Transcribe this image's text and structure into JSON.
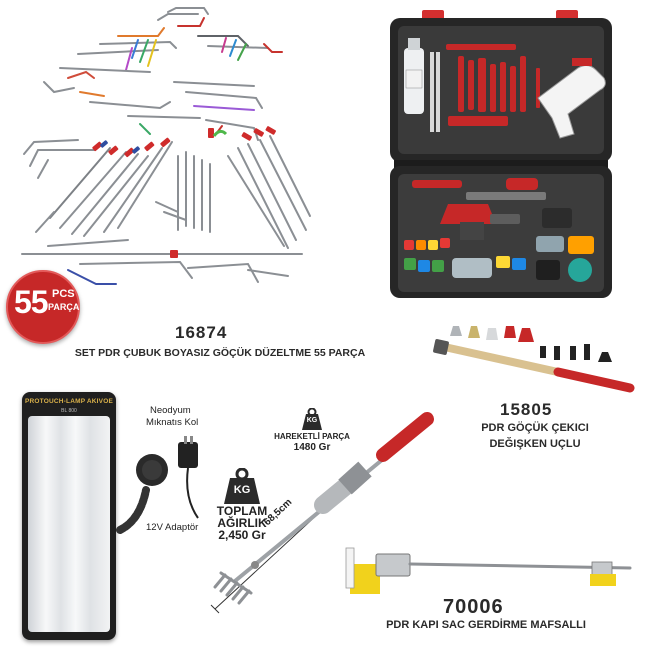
{
  "colors": {
    "red": "#d42a2a",
    "case": "#2b2b2b",
    "steel": "#a9acb0",
    "lamp": "#e9ecef",
    "yellow": "#f1d21c",
    "wood": "#e0c89a"
  },
  "badge": {
    "count": "55",
    "pcs": "PCS",
    "unit": "PARÇA"
  },
  "rods": {
    "code": "16874",
    "caption": "SET PDR ÇUBUK BOYASIZ GÖÇÜK DÜZELTME 55 PARÇA"
  },
  "hammer": {
    "code": "15805",
    "caption_line1": "PDR GÖÇÜK ÇEKICI",
    "caption_line2": "DEĞIŞKEN UÇLU"
  },
  "lamp": {
    "brand": "PROTOUCH-LAMP AKIVOE",
    "sub": "BL 800",
    "label_arm_line1": "Neodyum",
    "label_arm_line2": "Mıknatıs Kol",
    "label_adapter": "12V Adaptör"
  },
  "weights": {
    "moving_kg": "KG",
    "moving_line1": "HAREKETLİ PARÇA",
    "moving_line2": "1480 Gr",
    "total_kg": "KG",
    "total_line1": "TOPLAM",
    "total_line2": "AĞIRLIK",
    "total_line3": "2,450 Gr",
    "length": "68,5cm"
  },
  "door": {
    "code": "70006",
    "caption": "PDR KAPI SAC GERDİRME MAFSALLI"
  }
}
